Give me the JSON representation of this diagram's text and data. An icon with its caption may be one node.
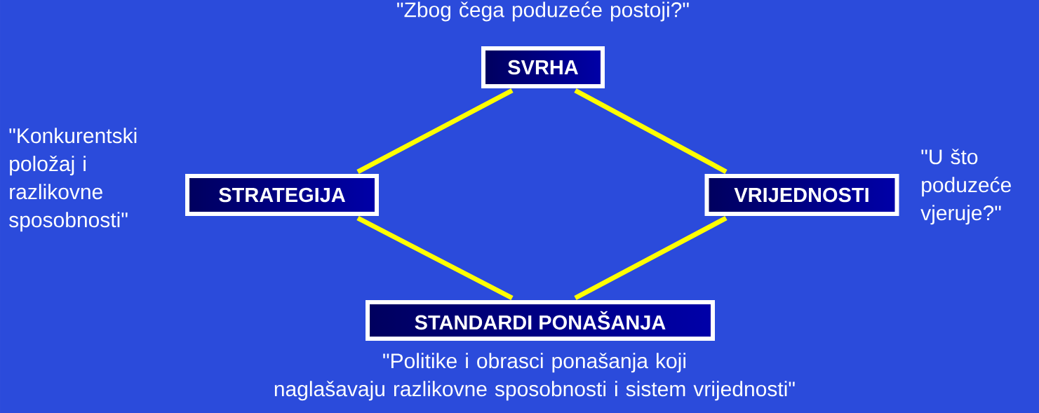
{
  "diagram": {
    "nodes": [
      {
        "text": [
          "SVRHA"
        ],
        "beside": [
          "\"Zbog čega poduzeće postoji?\""
        ]
      },
      {
        "text": [
          "STRATEGIJA"
        ],
        "beside": [
          "\"Konkurentski položaj i razlikovne sposobnosti\""
        ]
      },
      {
        "text": [
          "VRIJEDNOSTI"
        ],
        "beside": [
          "\"U što poduzeće vjeruje?\""
        ]
      },
      {
        "text": [
          "STANDARDI PONAŠANJA"
        ],
        "beside": [
          "\"Politike i obrasci ponašanja koji naglašavaju razlikovne sposobnosti i sistem vrijednosti\""
        ]
      }
    ],
    "edges": [
      {
        "from": 0,
        "to": 1,
        "arrow": "none"
      },
      {
        "from": 0,
        "to": 2,
        "arrow": "none"
      },
      {
        "from": 1,
        "to": 3,
        "arrow": "none"
      },
      {
        "from": 2,
        "to": 3,
        "arrow": "none"
      }
    ]
  }
}
